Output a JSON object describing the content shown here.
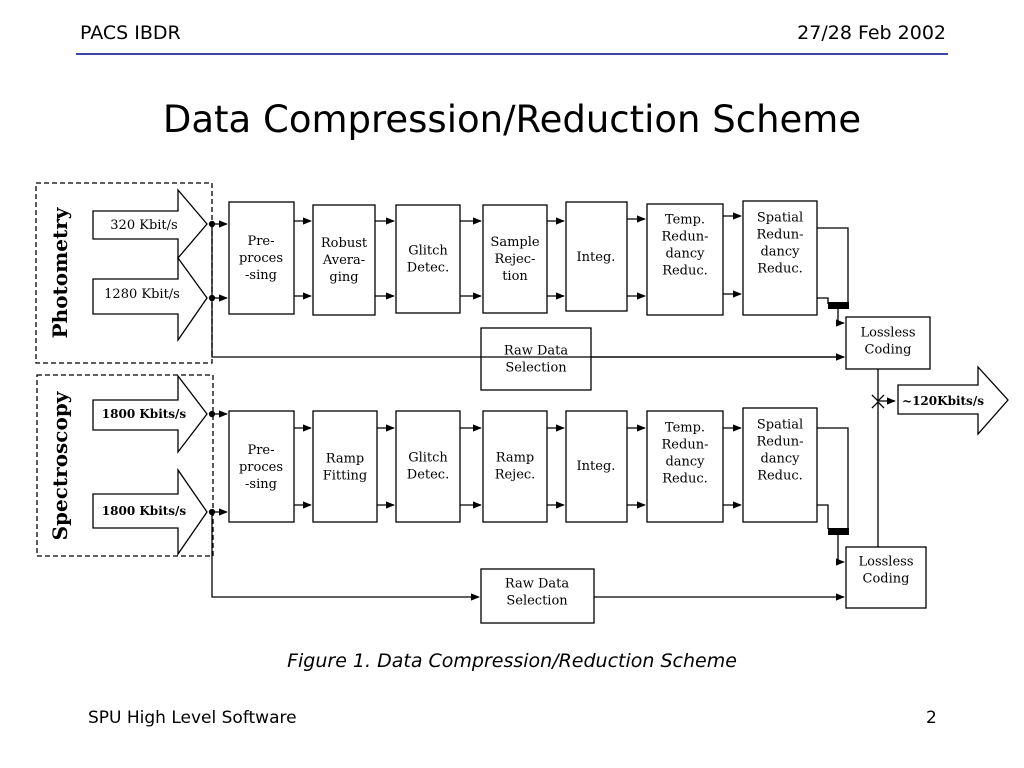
{
  "header": {
    "left": "PACS IBDR",
    "right": "27/28 Feb 2002"
  },
  "title": "Data Compression/Reduction Scheme",
  "caption": "Figure 1. Data Compression/Reduction Scheme",
  "footer": {
    "left": "SPU High Level Software",
    "page": "2"
  },
  "diagram": {
    "photometry": {
      "label": "Photometry",
      "inputs": [
        "320 Kbit/s",
        "1280 Kbit/s"
      ],
      "blocks": [
        [
          "Pre-",
          "proces",
          "-sing"
        ],
        [
          "Robust",
          "Avera-",
          "ging"
        ],
        [
          "Glitch",
          "Detec."
        ],
        [
          "Sample",
          "Rejec-",
          "tion"
        ],
        [
          "Integ."
        ],
        [
          "Temp.",
          "Redun-",
          "dancy",
          "Reduc."
        ],
        [
          "Spatial",
          "Redun-",
          "dancy",
          "Reduc."
        ]
      ],
      "raw": [
        "Raw  Data",
        "Selection"
      ],
      "lossless": [
        "Lossless",
        "Coding"
      ]
    },
    "spectroscopy": {
      "label": "Spectroscopy",
      "inputs": [
        "1800 Kbits/s",
        "1800 Kbits/s"
      ],
      "blocks": [
        [
          "Pre-",
          "proces",
          "-sing"
        ],
        [
          "Ramp",
          "Fitting"
        ],
        [
          "Glitch",
          "Detec."
        ],
        [
          "Ramp",
          "Rejec."
        ],
        [
          "Integ."
        ],
        [
          "Temp.",
          "Redun-",
          "dancy",
          "Reduc."
        ],
        [
          "Spatial",
          "Redun-",
          "dancy",
          "Reduc."
        ]
      ],
      "raw": [
        "Raw Data",
        "Selection"
      ],
      "lossless": [
        "Lossless",
        "Coding"
      ]
    },
    "output": "~120Kbits/s"
  }
}
